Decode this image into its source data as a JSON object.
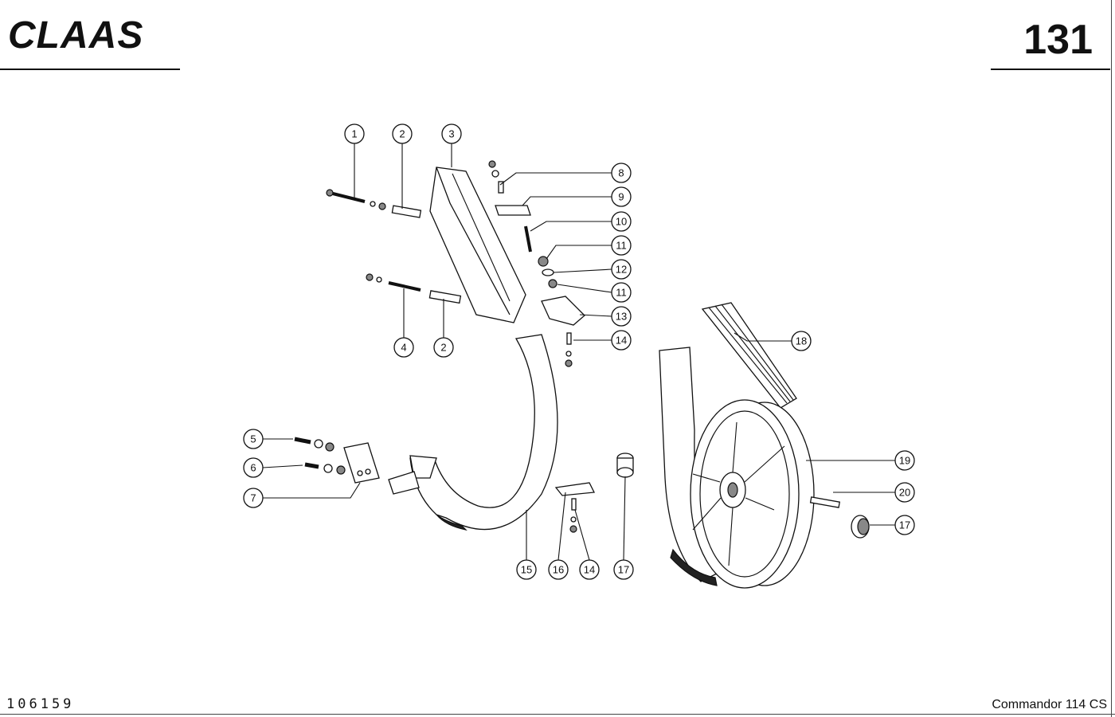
{
  "header": {
    "brand": "CLAAS",
    "page_number": "131"
  },
  "footer": {
    "document_number": "106159",
    "model": "Commandor 114 CS"
  },
  "callouts": [
    "1",
    "2",
    "3",
    "4",
    "2",
    "5",
    "6",
    "7",
    "8",
    "9",
    "10",
    "11",
    "12",
    "11",
    "13",
    "14",
    "15",
    "16",
    "14",
    "17",
    "18",
    "19",
    "20",
    "17"
  ]
}
